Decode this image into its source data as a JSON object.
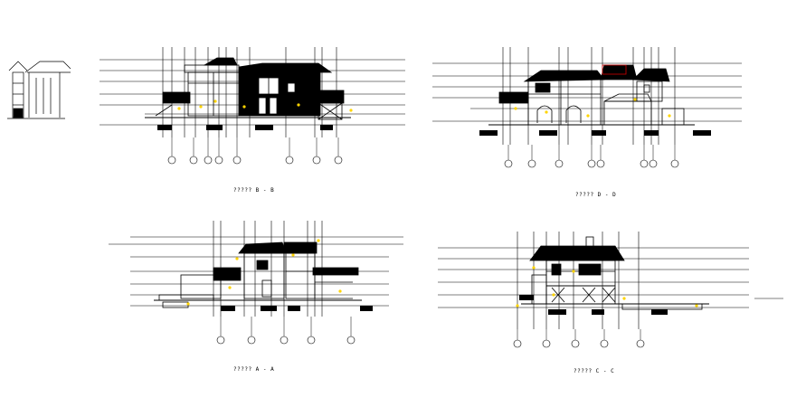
{
  "drawing": {
    "colors": {
      "line": "#000000",
      "fill": "#000000",
      "annotation": "#ffd400",
      "accent": "#d40000",
      "background": "#ffffff"
    },
    "sections": [
      {
        "id": "b",
        "caption": "????? B - B",
        "axis_marker_count": 8
      },
      {
        "id": "d",
        "caption": "????? D - D",
        "axis_marker_count": 8
      },
      {
        "id": "a",
        "caption": "????? A - A",
        "axis_marker_count": 5
      },
      {
        "id": "c",
        "caption": "????? C - C",
        "axis_marker_count": 5
      }
    ]
  }
}
